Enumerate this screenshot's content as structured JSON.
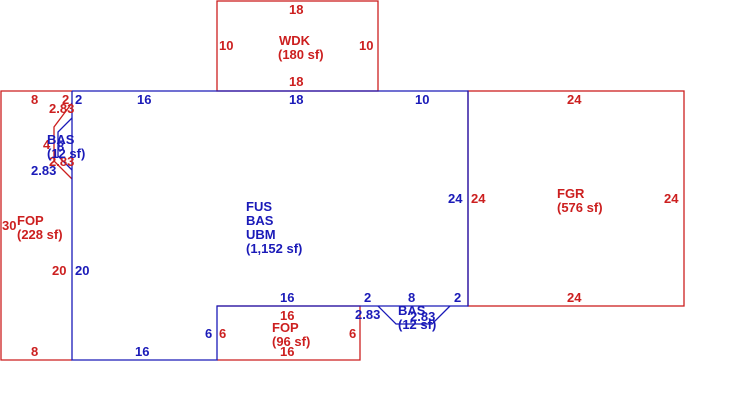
{
  "colors": {
    "red": "#cc1f1f",
    "blue": "#1a1ab8"
  },
  "areas": {
    "wdk": {
      "code": "WDK",
      "area": "(180 sf)"
    },
    "fgr": {
      "code": "FGR",
      "area": "(576 sf)"
    },
    "fop_left": {
      "code": "FOP",
      "area": "(228 sf)"
    },
    "fop_bottom": {
      "code": "FOP",
      "area": "(96 sf)"
    },
    "main": {
      "line1": "FUS",
      "line2": "BAS",
      "line3": "UBM",
      "area": "(1,152 sf)"
    },
    "bay_left": {
      "code": "BAS",
      "area": "(12 sf)"
    },
    "bay_bottom": {
      "code": "BAS",
      "area": "(12 sf)"
    }
  },
  "dims": {
    "wdk_top": "18",
    "wdk_left": "10",
    "wdk_right": "10",
    "wdk_bottom": "18",
    "fop_top": "8",
    "fop_top_short": "2",
    "fop_diag_top": "2.83",
    "fop_diag_bot": "2.83",
    "fop_bay_depth": "4",
    "fop_left_side": "30",
    "fop_right_side": "20",
    "fop_bottom": "8",
    "main_top_a": "2",
    "main_top_b": "16",
    "main_top_c": "18",
    "main_top_d": "10",
    "bay_left_depth": "8",
    "bay_left_diag": "2.83",
    "main_right": "24",
    "main_left_lower": "20",
    "main_bottom_left": "16",
    "main_notch_top": "16",
    "main_notch_side": "6",
    "bay_bot_left_seg": "2",
    "bay_bot_width": "8",
    "bay_bot_right_seg": "2",
    "bay_bot_diag_left": "2.83",
    "bay_bot_diag_right": "2.83",
    "fgr_top": "24",
    "fgr_left": "24",
    "fgr_right": "24",
    "fgr_bottom": "24",
    "fopb_top": "16",
    "fopb_left": "6",
    "fopb_right": "6",
    "fopb_bottom": "16"
  }
}
